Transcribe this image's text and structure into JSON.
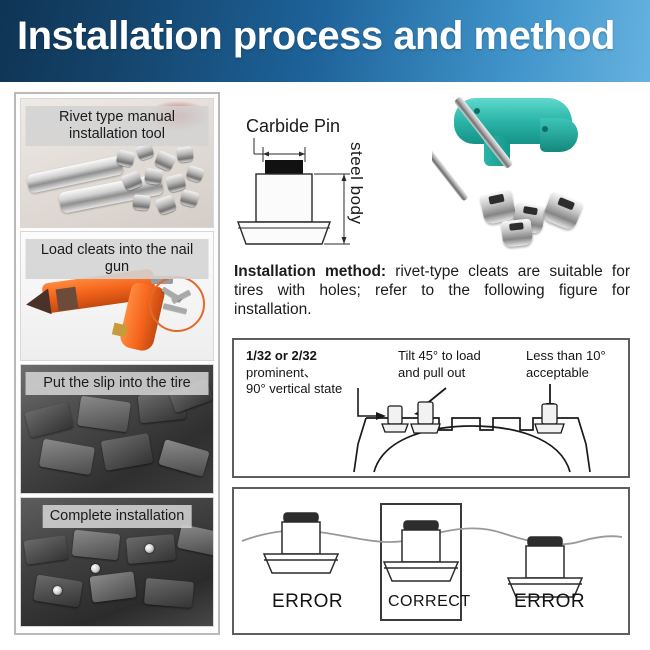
{
  "header": {
    "title": "Installation process and method",
    "gradient_from": "#0f3454",
    "gradient_to": "#66b2e0"
  },
  "left_column": {
    "panels": [
      {
        "caption": "Rivet type manual installation tool",
        "image": "photo-rivet-manual-tool"
      },
      {
        "caption": "Load cleats into the nail gun",
        "image": "photo-orange-nail-gun",
        "highlight_color": "#e06a2b"
      },
      {
        "caption": "Put the slip into the tire",
        "image": "photo-tire-tread-dark"
      },
      {
        "caption": "Complete installation",
        "image": "photo-tire-with-studs"
      }
    ]
  },
  "diagram_pin": {
    "pin_label": "Carbide Pin",
    "body_label": "steel body"
  },
  "tool_photo": {
    "alt": "teal T-handle installation tool with metal studs",
    "handle_color": "#2ab5a8"
  },
  "method": {
    "bold_lead": "Installation method:",
    "body": " rivet-type cleats are suitable for tires with holes; refer to the following figure for installation."
  },
  "figure_tire": {
    "note_left_bold": "1/32 or 2/32",
    "note_left_rest": "prominent、 90° vertical state",
    "note_left_line2": "prominent、",
    "note_left_line3": "90° vertical state",
    "note_mid_line1": "Tilt 45° to load",
    "note_mid_line2": "and pull out",
    "note_right_line1": "Less than 10°",
    "note_right_line2": "acceptable"
  },
  "figure_errors": {
    "left_label": "ERROR",
    "center_label": "CORRECT",
    "right_label": "ERROR"
  }
}
